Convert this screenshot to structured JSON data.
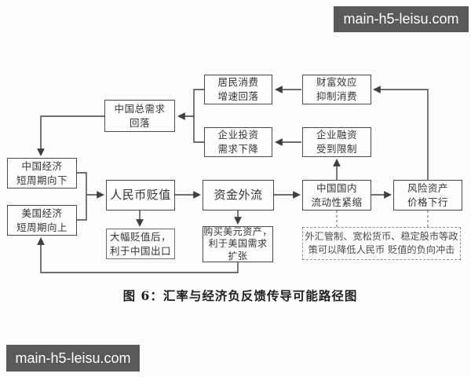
{
  "watermarks": {
    "top_right": "main-h5-leisu.com",
    "bottom_left": "main-h5-leisu.com"
  },
  "caption": "图 6：汇率与经济负反馈传导可能路径图",
  "diagram": {
    "nodes": {
      "total_demand": {
        "label": "中国总需求\n回落"
      },
      "consumption": {
        "label": "居民消费\n增速回落"
      },
      "wealth_effect": {
        "label": "财富效应\n抑制消费"
      },
      "investment": {
        "label": "企业投资\n需求下降"
      },
      "financing": {
        "label": "企业融资\n受到限制"
      },
      "china_cycle": {
        "label": "中国经济\n短周期向下"
      },
      "us_cycle": {
        "label": "美国经济\n短周期向上"
      },
      "rmb_depreciation": {
        "label": "人民币贬值"
      },
      "capital_outflow": {
        "label": "资金外流"
      },
      "liquidity_tightening": {
        "label": "中国国内\n流动性紧缩"
      },
      "risk_assets": {
        "label": "风险资产\n价格下行"
      },
      "export_benefit": {
        "label": "大幅贬值后，\n利于中国出口"
      },
      "usd_assets": {
        "label": "购买美元资产，\n利于美国需求\n扩张"
      },
      "policy_note": {
        "label": "外汇管制、宽松货币、稳定股市等政\n策可以降低人民币 贬值的负向冲击",
        "style": "dashed"
      }
    },
    "edges": [
      {
        "from": "wealth_effect",
        "to": "consumption",
        "style": "solid"
      },
      {
        "from": "financing",
        "to": "investment",
        "style": "solid"
      },
      {
        "from": "consumption",
        "to": "total_demand",
        "style": "solid"
      },
      {
        "from": "investment",
        "to": "total_demand",
        "style": "solid"
      },
      {
        "from": "total_demand",
        "to": "china_cycle",
        "style": "solid"
      },
      {
        "from": "china_cycle",
        "to": "rmb_depreciation",
        "style": "solid"
      },
      {
        "from": "us_cycle",
        "to": "rmb_depreciation",
        "style": "solid"
      },
      {
        "from": "rmb_depreciation",
        "to": "capital_outflow",
        "style": "solid"
      },
      {
        "from": "rmb_depreciation",
        "to": "export_benefit",
        "style": "solid"
      },
      {
        "from": "capital_outflow",
        "to": "usd_assets",
        "style": "solid"
      },
      {
        "from": "capital_outflow",
        "to": "liquidity_tightening",
        "style": "solid"
      },
      {
        "from": "liquidity_tightening",
        "to": "financing",
        "style": "solid"
      },
      {
        "from": "liquidity_tightening",
        "to": "risk_assets",
        "style": "solid"
      },
      {
        "from": "risk_assets",
        "to": "wealth_effect",
        "style": "solid"
      },
      {
        "from": "usd_assets",
        "to": "us_cycle",
        "style": "solid"
      },
      {
        "from": "policy_note",
        "to": "liquidity_tightening",
        "style": "dashed"
      },
      {
        "from": "policy_note",
        "to": "risk_assets",
        "style": "dashed"
      }
    ],
    "colors": {
      "line": "#3f3f3f",
      "box_border": "#4a4a4a",
      "text": "#333333",
      "watermark_bg": "#59595b",
      "watermark_text": "#ffffff"
    }
  }
}
